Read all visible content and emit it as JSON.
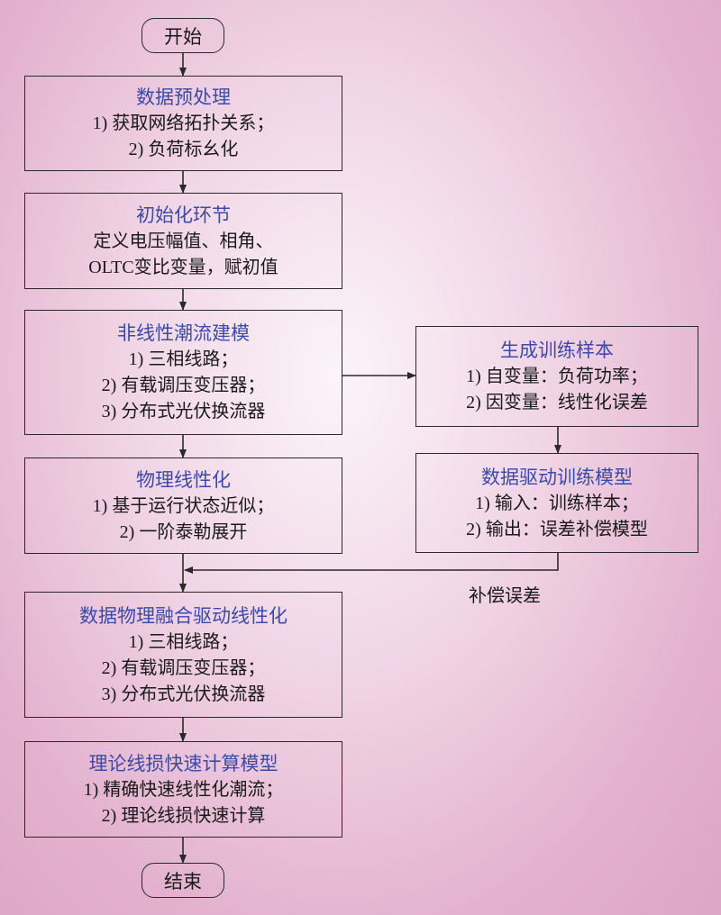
{
  "start": "开始",
  "end": "结束",
  "boxes": {
    "preprocess": {
      "title": "数据预处理",
      "lines": [
        "1) 获取网络拓扑关系；",
        "2) 负荷标幺化"
      ]
    },
    "init": {
      "title": "初始化环节",
      "lines": [
        "定义电压幅值、相角、",
        "OLTC变比变量，赋初值"
      ]
    },
    "nonlinear": {
      "title": "非线性潮流建模",
      "lines": [
        "1) 三相线路；",
        "2) 有载调压变压器；",
        "3) 分布式光伏换流器"
      ]
    },
    "physical": {
      "title": "物理线性化",
      "lines": [
        "1) 基于运行状态近似；",
        "2) 一阶泰勒展开"
      ]
    },
    "fusion": {
      "title": "数据物理融合驱动线性化",
      "lines": [
        "1) 三相线路；",
        "2) 有载调压变压器；",
        "3) 分布式光伏换流器"
      ]
    },
    "fastcalc": {
      "title": "理论线损快速计算模型",
      "lines": [
        "1) 精确快速线性化潮流；",
        "2) 理论线损快速计算"
      ]
    },
    "samples": {
      "title": "生成训练样本",
      "lines": [
        "1) 自变量：负荷功率；",
        "2) 因变量：线性化误差"
      ]
    },
    "datadriven": {
      "title": "数据驱动训练模型",
      "lines": [
        "1) 输入：训练样本；",
        "2) 输出：误差补偿模型"
      ]
    }
  },
  "compensation_label": "补偿误差"
}
